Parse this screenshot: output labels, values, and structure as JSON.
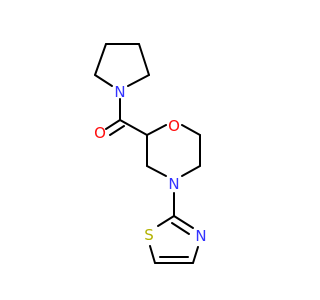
{
  "molecule": {
    "atoms": {
      "N_pyrrolidine": "N",
      "O_carbonyl": "O",
      "O_morpholine": "O",
      "N_morpholine": "N",
      "S_thiazole": "S",
      "N_thiazole": "N"
    }
  },
  "colors": {
    "bond": "#000000",
    "nitrogen": "#3333ff",
    "oxygen": "#ff0d0d",
    "sulfur": "#b2b200"
  }
}
